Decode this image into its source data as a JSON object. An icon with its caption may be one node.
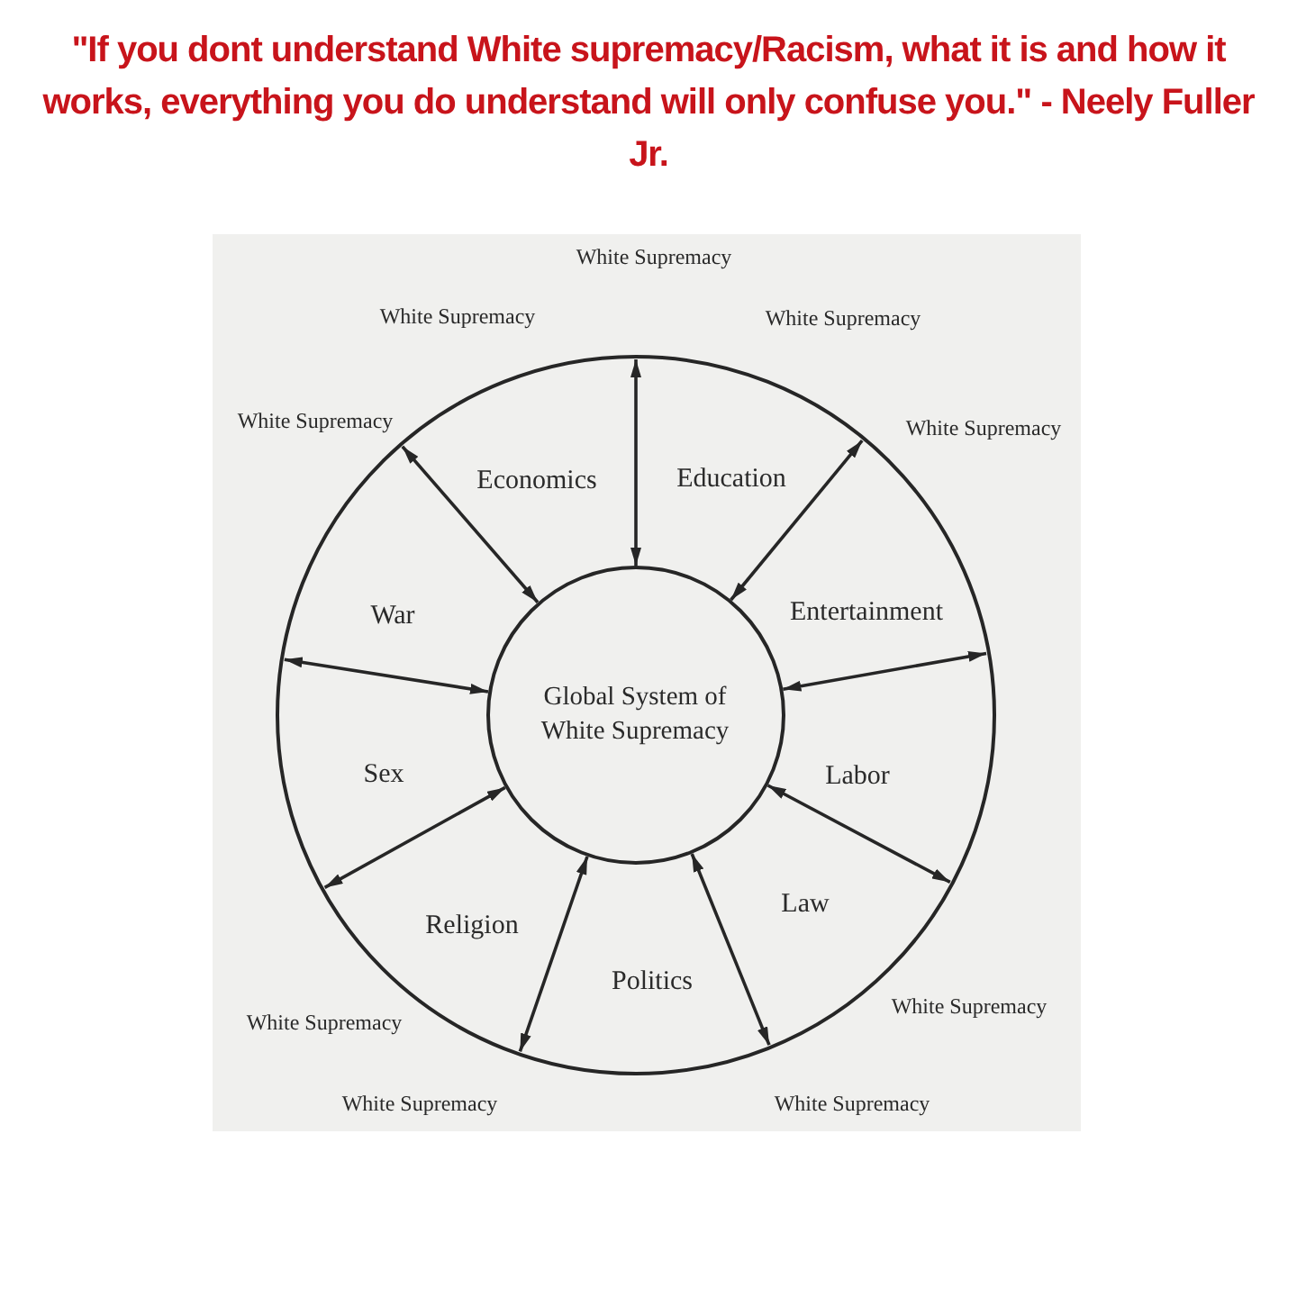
{
  "diagram": {
    "title": "\"If you dont understand White supremacy/Racism, what it is and how it works, everything you do understand will only confuse you.\" - Neely Fuller Jr.",
    "nodes": [
      {
        "text": [],
        "shape": "circle"
      },
      {
        "text": [
          "Global System of White Supremacy"
        ],
        "in": 0
      }
    ],
    "edges": [
      {
        "from": 1,
        "to": 0,
        "arrow": "both"
      },
      {
        "from": 1,
        "to": 0,
        "arrow": "both"
      },
      {
        "from": 1,
        "to": 0,
        "arrow": "both"
      },
      {
        "from": 1,
        "to": 0,
        "arrow": "both"
      },
      {
        "from": 1,
        "to": 0,
        "arrow": "both"
      },
      {
        "from": 1,
        "to": 0,
        "arrow": "both"
      },
      {
        "from": 1,
        "to": 0,
        "arrow": "both"
      },
      {
        "from": 1,
        "to": 0,
        "arrow": "both"
      },
      {
        "from": 1,
        "to": 0,
        "arrow": "both"
      }
    ],
    "labels": [
      "White Supremacy",
      "White Supremacy",
      "White Supremacy",
      "White Supremacy",
      "White Supremacy",
      "Economics",
      "Education",
      "War",
      "Entertainment",
      "Sex",
      "Labor",
      "Religion",
      "Law",
      "Politics",
      "White Supremacy",
      "White Supremacy",
      "White Supremacy",
      "White Supremacy"
    ]
  }
}
